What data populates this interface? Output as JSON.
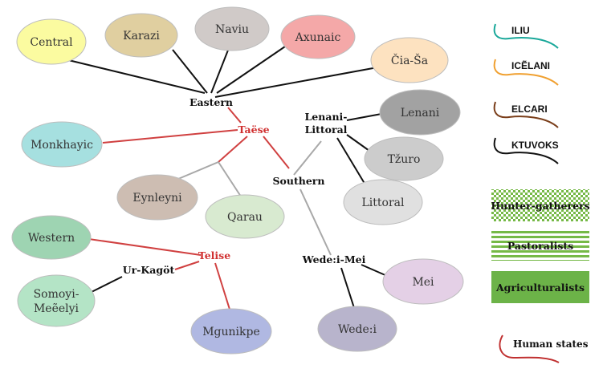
{
  "diagram": {
    "ellipses": {
      "central": "Central",
      "karazi": "Karazi",
      "naviu": "Naviu",
      "axunaic": "Axunaic",
      "ciasa": "Čia-Ša",
      "monkhayic": "Monkhayic",
      "eynleyni": "Eynleyni",
      "qarau": "Qarau",
      "lenani": "Lenani",
      "tzuro": "Tžuro",
      "littoral": "Littoral",
      "western": "Western",
      "somoyi_1": "Somoyi-",
      "somoyi_2": "Meẽelyi",
      "mgunikpe": "Mgunikpe",
      "mei": "Mei",
      "wedei": "Wede:i"
    },
    "nodes": {
      "eastern": "Eastern",
      "taese": "Taëse",
      "lenani_littoral_1": "Lenani-",
      "lenani_littoral_2": "Littoral",
      "southern": "Southern",
      "telise": "Telise",
      "urkagot": "Ur-Kagöt",
      "wedei_mei": "Wede:i-Mei"
    },
    "colors": {
      "central": "#fbfba0",
      "karazi": "#e0cfa0",
      "naviu": "#d0cac8",
      "axunaic": "#f4a8a8",
      "ciasa": "#fde2c0",
      "monkhayic": "#a6e0e0",
      "eynleyni": "#cdbdb2",
      "qarau": "#d8ead0",
      "lenani": "#a2a2a2",
      "tzuro": "#cccccc",
      "littoral": "#e0e0e0",
      "western": "#9ed4b2",
      "somoyi": "#b4e4c6",
      "mgunikpe": "#b0b8e2",
      "mei": "#e4d0e6",
      "wedei": "#b8b4cc",
      "line_black": "#111111",
      "line_red": "#d04040",
      "line_gray": "#a8a8a8",
      "line_green": "#76b947",
      "line_orange": "#f0a030",
      "line_brown": "#7a3e1a",
      "line_teal": "#1aa89a",
      "agri_green": "#6cb348"
    }
  },
  "legend": {
    "iliu": "ILIU",
    "icelani": "ICẼLANI",
    "elcari": "ELCARI",
    "ktuvoks": "KTUVOKS",
    "hunter_gatherers": "Hunter-gatherers",
    "pastoralists": "Pastoralists",
    "agriculturalists": "Agriculturalists",
    "human_states": "Human states"
  }
}
